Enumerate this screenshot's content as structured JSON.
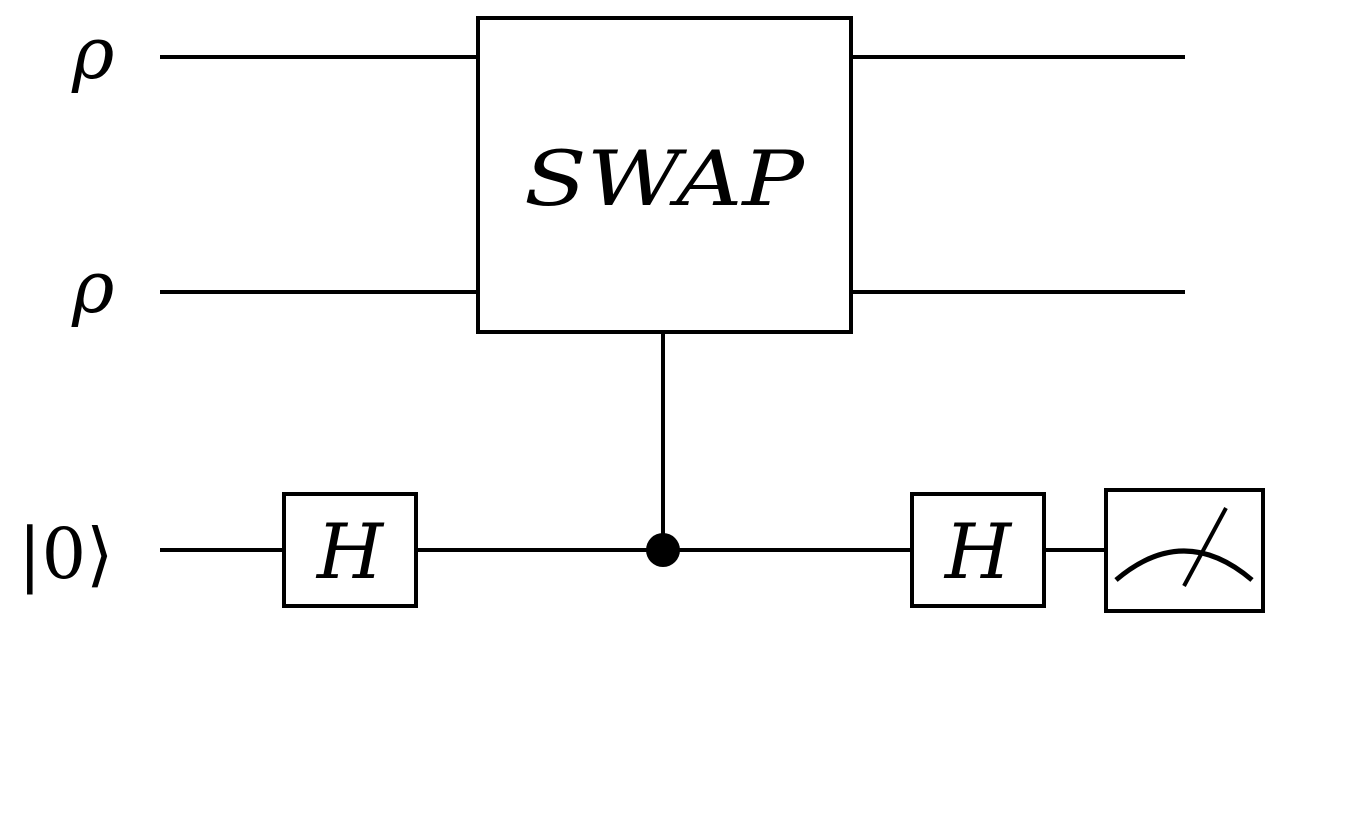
{
  "inputs": {
    "qubit_1": "ρ",
    "qubit_2": "ρ",
    "ancilla": "|0⟩"
  },
  "gates": {
    "swap_label": "SWAP",
    "hadamard_1_label": "H",
    "hadamard_2_label": "H"
  }
}
